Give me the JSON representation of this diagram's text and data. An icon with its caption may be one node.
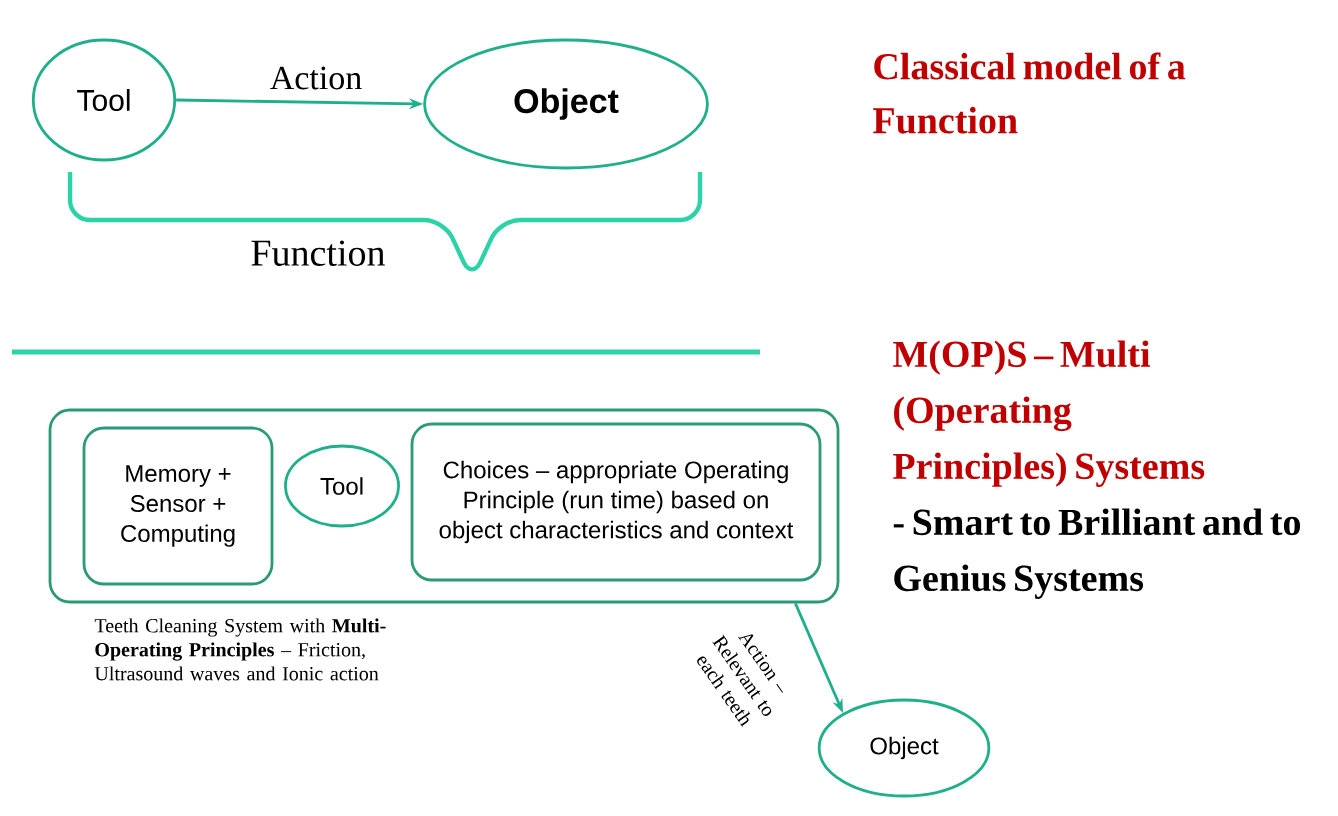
{
  "diagram": {
    "nodes": [
      {
        "text": [
          "Tool"
        ]
      },
      {
        "text": [
          "Object"
        ]
      },
      {
        "text": [],
        "shape": "box",
        "beside": [
          "Teeth Cleaning System with **Multi-Operating Principles** – Friction,  Ultrasound waves and Ionic action"
        ]
      },
      {
        "text": [
          "Memory + Sensor + Computing"
        ],
        "in": 2
      },
      {
        "text": [
          "Tool"
        ],
        "in": 2
      },
      {
        "text": [
          "Choices – appropriate Operating Principle (run time) based on object characteristics and context"
        ],
        "in": 2
      },
      {
        "text": [
          "Object"
        ]
      }
    ],
    "edges": [
      {
        "from": 0,
        "to": 1,
        "arrow": "to",
        "label": "Action"
      },
      {
        "from": 2,
        "to": 6,
        "arrow": "to",
        "label": "Action – Relevant to each teeth"
      }
    ],
    "labels": [
      "Classical model of a Function",
      "Function",
      "M(OP)S – Multi (Operating Principles) Systems",
      "- Smart to Brilliant and to Genius Systems"
    ]
  }
}
